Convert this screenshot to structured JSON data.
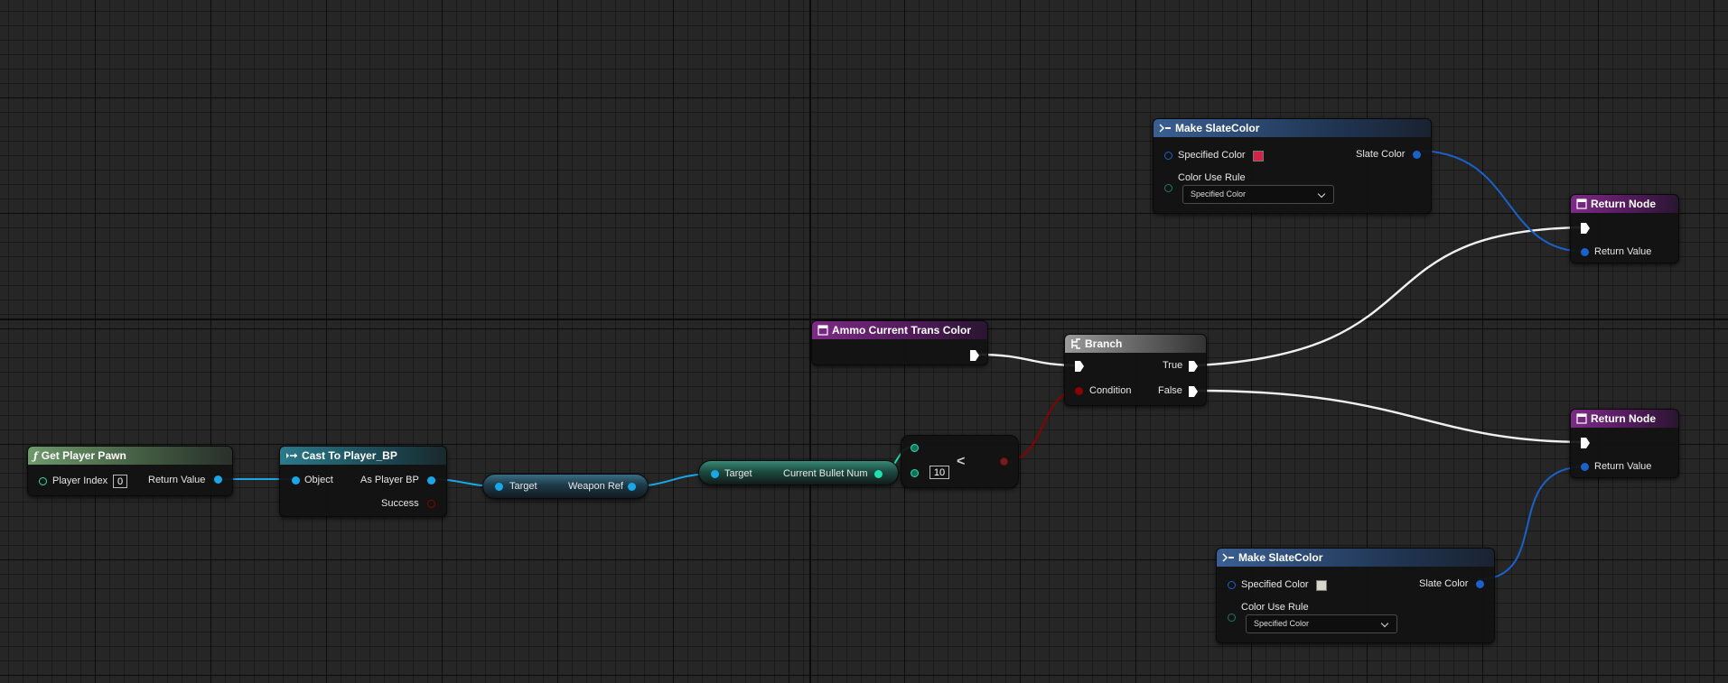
{
  "colors": {
    "object_pin": "#19a7e8",
    "int_pin": "#1ee0b0",
    "bool_pin": "#8b0000",
    "struct_pin": "#1a62c9",
    "exec_pin": "#ffffff",
    "selected_red": "#d12448",
    "unselected_white": "#d8d8c8"
  },
  "nodes": {
    "get_player_pawn": {
      "title": "Get Player Pawn",
      "icon": "function-icon",
      "player_index_label": "Player Index",
      "player_index_value": "0",
      "return_value_label": "Return Value"
    },
    "cast_to_player_bp": {
      "title": "Cast To Player_BP",
      "icon": "cast-icon",
      "object_label": "Object",
      "as_player_bp_label": "As Player BP",
      "success_label": "Success"
    },
    "weapon_ref_getter": {
      "target_label": "Target",
      "output_label": "Weapon Ref"
    },
    "current_bullet_num_getter": {
      "target_label": "Target",
      "output_label": "Current Bullet Num"
    },
    "less_than": {
      "operator": "<",
      "b_value": "10"
    },
    "ammo_current_trans_color": {
      "title": "Ammo Current Trans Color",
      "icon": "function-entry-icon"
    },
    "branch": {
      "title": "Branch",
      "icon": "branch-icon",
      "condition_label": "Condition",
      "true_label": "True",
      "false_label": "False"
    },
    "make_slatecolor_top": {
      "title": "Make SlateColor",
      "icon": "make-struct-icon",
      "specified_color_label": "Specified Color",
      "specified_color_value": "#d12448",
      "color_use_rule_label": "Color Use Rule",
      "color_use_rule_value": "Specified Color",
      "slate_color_label": "Slate Color"
    },
    "make_slatecolor_bottom": {
      "title": "Make SlateColor",
      "icon": "make-struct-icon",
      "specified_color_label": "Specified Color",
      "specified_color_value": "#d8d8c8",
      "color_use_rule_label": "Color Use Rule",
      "color_use_rule_value": "Specified Color",
      "slate_color_label": "Slate Color"
    },
    "return_node_top": {
      "title": "Return Node",
      "icon": "function-result-icon",
      "return_value_label": "Return Value"
    },
    "return_node_bottom": {
      "title": "Return Node",
      "icon": "function-result-icon",
      "return_value_label": "Return Value"
    }
  }
}
